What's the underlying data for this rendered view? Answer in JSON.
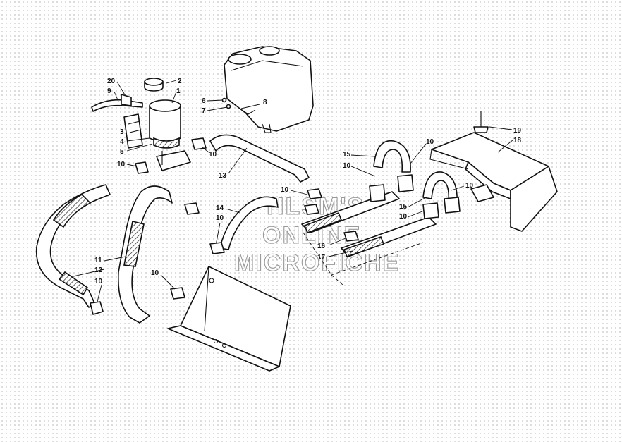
{
  "watermark": {
    "line1": "HLSM'S",
    "line2": "ONLINE",
    "line3": "MICROFICHE"
  },
  "callouts": {
    "c1": "1",
    "c2": "2",
    "c3": "3",
    "c4": "4",
    "c5": "5",
    "c6": "6",
    "c7": "7",
    "c8": "8",
    "c9": "9",
    "c10a": "10",
    "c10b": "10",
    "c10c": "10",
    "c10d": "10",
    "c10e": "10",
    "c10f": "10",
    "c10g": "10",
    "c10h": "10",
    "c10i": "10",
    "c10j": "10",
    "c11": "11",
    "c12": "12",
    "c13": "13",
    "c14": "14",
    "c15a": "15",
    "c15b": "15",
    "c16": "16",
    "c17": "17",
    "c18": "18",
    "c19": "19",
    "c20": "20"
  }
}
